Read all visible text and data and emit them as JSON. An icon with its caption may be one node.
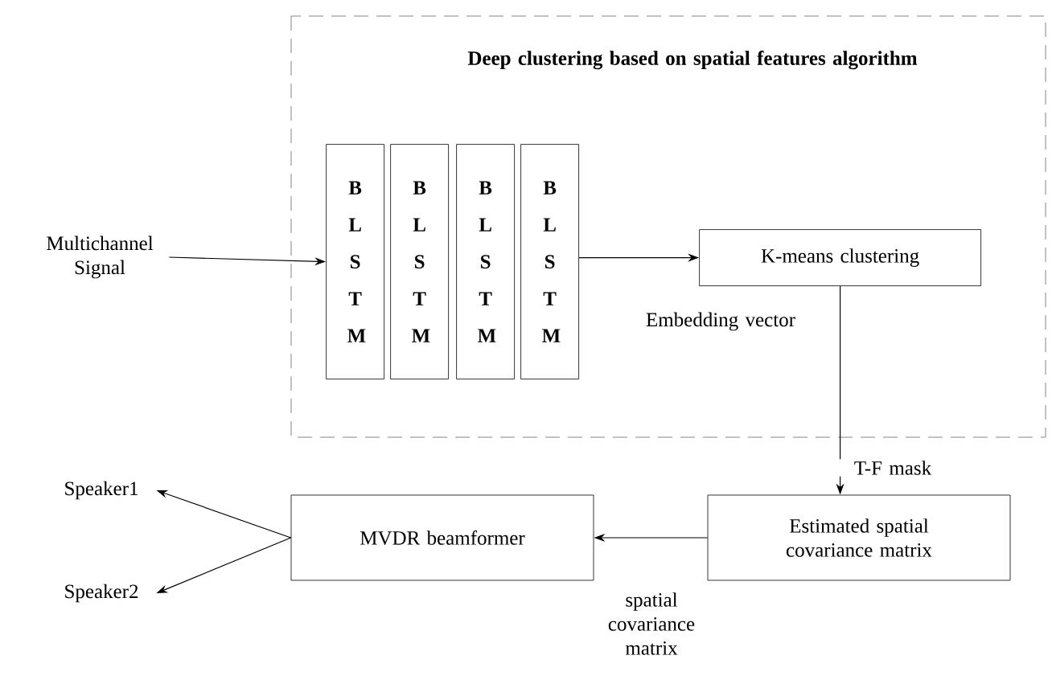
{
  "diagram": {
    "nodes": [
      {
        "text": [
          "Deep clustering based on spatial features algorithm"
        ]
      },
      {
        "text": [
          "B L S T M"
        ],
        "in": 0
      },
      {
        "text": [
          "B L S T M"
        ],
        "in": 0
      },
      {
        "text": [
          "B L S T M"
        ],
        "in": 0
      },
      {
        "text": [
          "B L S T M"
        ],
        "in": 0
      },
      {
        "text": [
          "K-means clustering"
        ],
        "in": 0
      },
      {
        "text": [
          "Multichannel Signal"
        ]
      },
      {
        "text": [
          "Estimated spatial covariance matrix"
        ]
      },
      {
        "text": [
          "MVDR beamformer"
        ]
      },
      {
        "text": [
          "Speaker1"
        ]
      },
      {
        "text": [
          "Speaker2"
        ]
      }
    ],
    "edges": [
      {
        "from": 6,
        "to": 1,
        "arrow": "to"
      },
      {
        "from": 4,
        "to": 5,
        "arrow": "to",
        "label": "Embedding vector"
      },
      {
        "from": 5,
        "to": 7,
        "arrow": "to",
        "label": "T-F mask"
      },
      {
        "from": 7,
        "to": 8,
        "arrow": "to",
        "label": "spatial covariance matrix"
      },
      {
        "from": 8,
        "to": 9,
        "arrow": "to"
      },
      {
        "from": 8,
        "to": 10,
        "arrow": "to"
      }
    ]
  }
}
